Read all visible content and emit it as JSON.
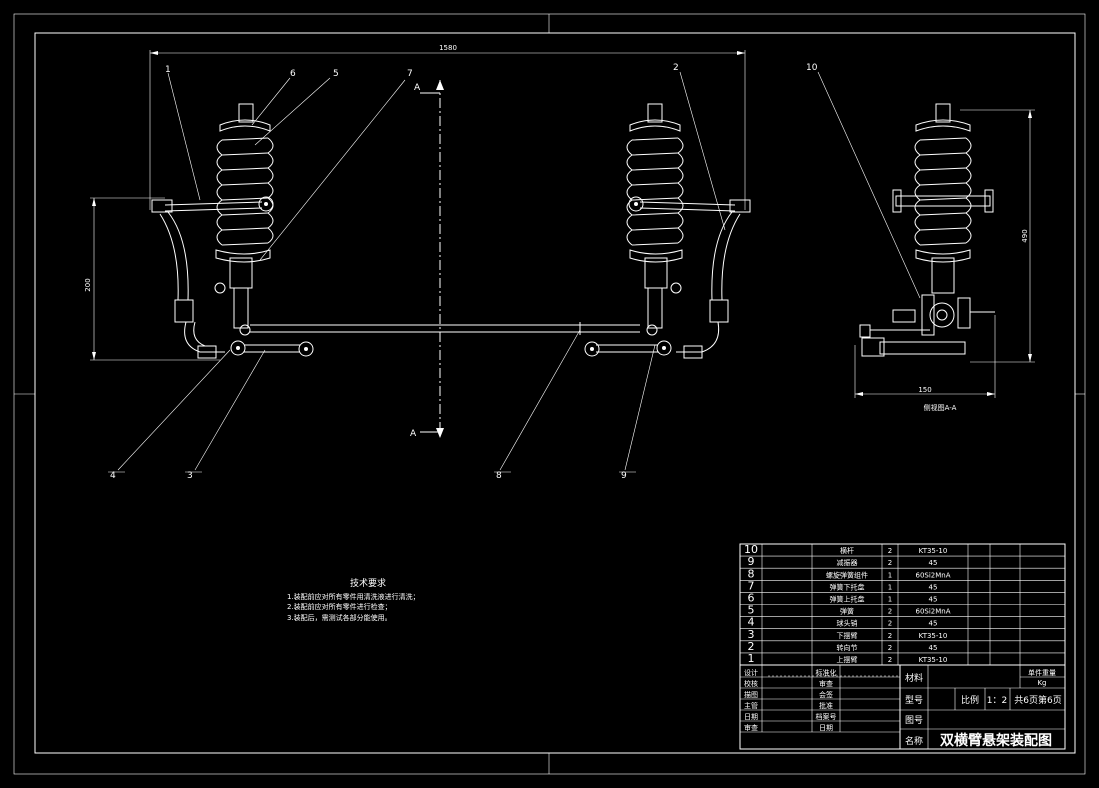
{
  "drawing": {
    "dimensions": {
      "overall_width": "1580",
      "height_left": "200",
      "height_side": "490",
      "width_side": "150"
    },
    "section_marks": [
      "A",
      "A"
    ],
    "side_view_caption": "侧视图A-A",
    "balloons": [
      "1",
      "6",
      "5",
      "7",
      "2",
      "10",
      "4",
      "3",
      "8",
      "9"
    ]
  },
  "tech_requirements": {
    "title": "技术要求",
    "items": [
      "1.装配前应对所有零件用清洗液进行清洗；",
      "2.装配前应对所有零件进行检查；",
      "3.装配后，需测试各部分能使用。"
    ]
  },
  "parts_list": [
    {
      "no": "10",
      "name": "横杆",
      "qty": "2",
      "material": "KT35-10"
    },
    {
      "no": "9",
      "name": "减振器",
      "qty": "2",
      "material": "45"
    },
    {
      "no": "8",
      "name": "螺旋弹簧组件",
      "qty": "1",
      "material": "60Si2MnA"
    },
    {
      "no": "7",
      "name": "弹簧下托盘",
      "qty": "1",
      "material": "45"
    },
    {
      "no": "6",
      "name": "弹簧上托盘",
      "qty": "1",
      "material": "45"
    },
    {
      "no": "5",
      "name": "弹簧",
      "qty": "2",
      "material": "60Si2MnA"
    },
    {
      "no": "4",
      "name": "球头销",
      "qty": "2",
      "material": "45"
    },
    {
      "no": "3",
      "name": "下摆臂",
      "qty": "2",
      "material": "KT35-10"
    },
    {
      "no": "2",
      "name": "转向节",
      "qty": "2",
      "material": "45"
    },
    {
      "no": "1",
      "name": "上摆臂",
      "qty": "2",
      "material": "KT35-10"
    }
  ],
  "title_block": {
    "signers": [
      {
        "role": "设计",
        "role2": "标准化"
      },
      {
        "role": "校核",
        "role2": "审查"
      },
      {
        "role": "描图",
        "role2": "会签"
      },
      {
        "role": "主管",
        "role2": "批准"
      },
      {
        "role": "日期",
        "role2": "档案号"
      },
      {
        "role": "审查",
        "role2": "日期"
      }
    ],
    "material_label": "材料",
    "unit_weight_label": "单件重量",
    "weight_unit": "Kg",
    "model_label": "型号",
    "scale_label": "比例",
    "scale_value": "1：2",
    "sheet_info": "共6页第6页",
    "drawing_no_label": "图号",
    "name_label": "名称",
    "drawing_name": "双横臂悬架装配图"
  }
}
